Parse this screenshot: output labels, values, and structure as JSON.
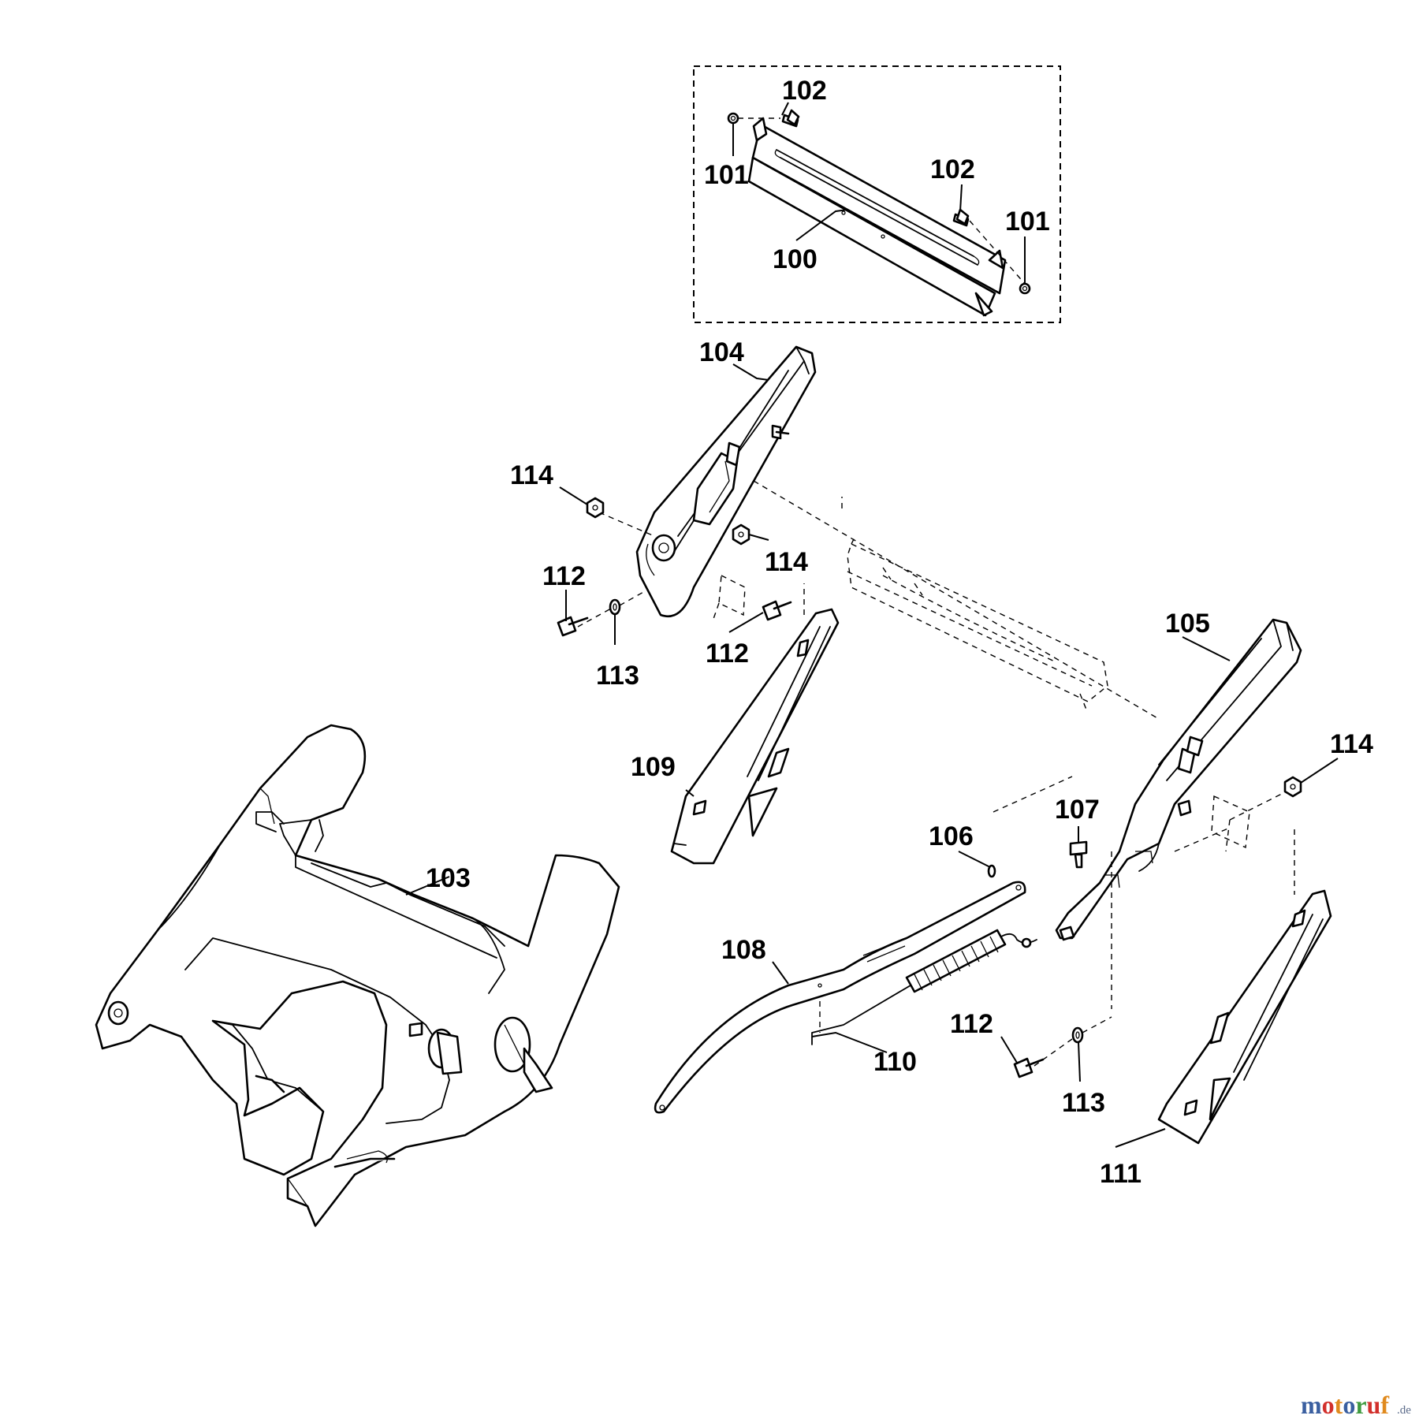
{
  "callouts": [
    {
      "id": "c100",
      "text": "100"
    },
    {
      "id": "c101a",
      "text": "101"
    },
    {
      "id": "c101b",
      "text": "101"
    },
    {
      "id": "c102a",
      "text": "102"
    },
    {
      "id": "c102b",
      "text": "102"
    },
    {
      "id": "c103",
      "text": "103"
    },
    {
      "id": "c104",
      "text": "104"
    },
    {
      "id": "c105",
      "text": "105"
    },
    {
      "id": "c106",
      "text": "106"
    },
    {
      "id": "c107",
      "text": "107"
    },
    {
      "id": "c108",
      "text": "108"
    },
    {
      "id": "c109",
      "text": "109"
    },
    {
      "id": "c110",
      "text": "110"
    },
    {
      "id": "c111",
      "text": "111"
    },
    {
      "id": "c112a",
      "text": "112"
    },
    {
      "id": "c112b",
      "text": "112"
    },
    {
      "id": "c112c",
      "text": "112"
    },
    {
      "id": "c113a",
      "text": "113"
    },
    {
      "id": "c113b",
      "text": "113"
    },
    {
      "id": "c114a",
      "text": "114"
    },
    {
      "id": "c114b",
      "text": "114"
    },
    {
      "id": "c114c",
      "text": "114"
    }
  ],
  "watermark": {
    "letters": [
      {
        "ch": "m",
        "color": "#3a5fa0"
      },
      {
        "ch": "o",
        "color": "#d2302c"
      },
      {
        "ch": "t",
        "color": "#e08a1e"
      },
      {
        "ch": "o",
        "color": "#3a5fa0"
      },
      {
        "ch": "r",
        "color": "#3f9a3f"
      },
      {
        "ch": "u",
        "color": "#d2302c"
      },
      {
        "ch": "f",
        "color": "#e08a1e"
      }
    ],
    "suffix": ".de"
  }
}
